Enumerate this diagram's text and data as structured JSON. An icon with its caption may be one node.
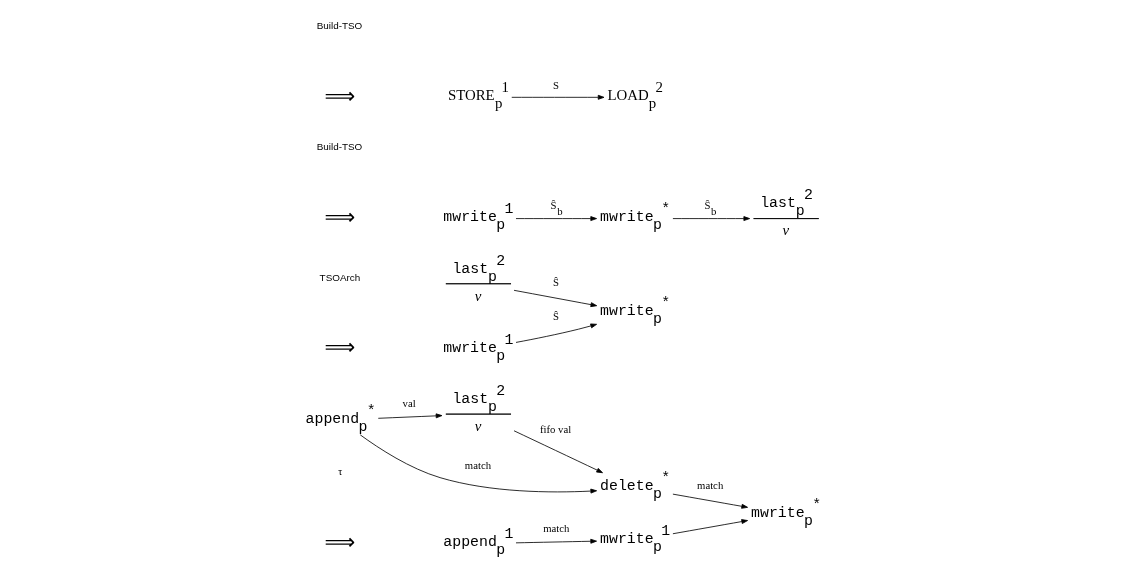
{
  "diagram": {
    "nodes": [
      {
        "text": [
          "append$_{p}$$^{1}$"
        ]
      },
      {
        "text": [
          "mwrite$_{p}$$^{1}$"
        ]
      },
      {
        "text": [
          "last$_{p}$$^{2}$",
          "v"
        ]
      },
      {
        "text": [
          "append$_{p}$$^{*}$"
        ]
      },
      {
        "text": [
          "delete$_{p}$$^{*}$"
        ]
      },
      {
        "text": [
          "mwrite$_{p}$$^{*}$"
        ]
      },
      {
        "text": [
          "mwrite$_{p}$$^{1}$"
        ]
      },
      {
        "text": [
          "mwrite$_{p}$$^{*}$"
        ]
      },
      {
        "text": [
          "last$_{p}$$^{2}$",
          "v"
        ]
      },
      {
        "text": [
          "mwrite$_{p}$$^{1}$"
        ]
      },
      {
        "text": [
          "mwrite$_{p}$$^{*}$"
        ]
      },
      {
        "text": [
          "last$_{p}$$^{2}$",
          "v"
        ]
      },
      {
        "text": [
          "STORE$_{p}$$^{1}$"
        ]
      },
      {
        "text": [
          "LOAD$_{p}$$^{2}$"
        ]
      }
    ],
    "edges": [
      {
        "from": 0,
        "to": 1,
        "arrow": "to",
        "label": "match"
      },
      {
        "from": 3,
        "to": 2,
        "arrow": "to",
        "label": "val"
      },
      {
        "from": 1,
        "to": 5,
        "arrow": "to"
      },
      {
        "from": 2,
        "to": 4,
        "arrow": "to",
        "label": "fifo val"
      },
      {
        "from": 3,
        "to": 4,
        "arrow": "to",
        "label": "match"
      },
      {
        "from": 4,
        "to": 5,
        "arrow": "to",
        "label": "match"
      },
      {
        "from": 6,
        "to": 7,
        "arrow": "to",
        "label": "Ŝ"
      },
      {
        "from": 8,
        "to": 7,
        "arrow": "to",
        "label": "Ŝ"
      },
      {
        "from": 9,
        "to": 10,
        "arrow": "to",
        "label": "Ŝ$_{b}$"
      },
      {
        "from": 10,
        "to": 11,
        "arrow": "to",
        "label": "Ŝ$_{b}$"
      },
      {
        "from": 12,
        "to": 13,
        "arrow": "to",
        "label": "S"
      }
    ],
    "labels": [
      "τ",
      "⟹",
      "TSOArch",
      "⟹",
      "Build-TSO",
      "⟹",
      "Build-TSO",
      "⟹"
    ]
  }
}
